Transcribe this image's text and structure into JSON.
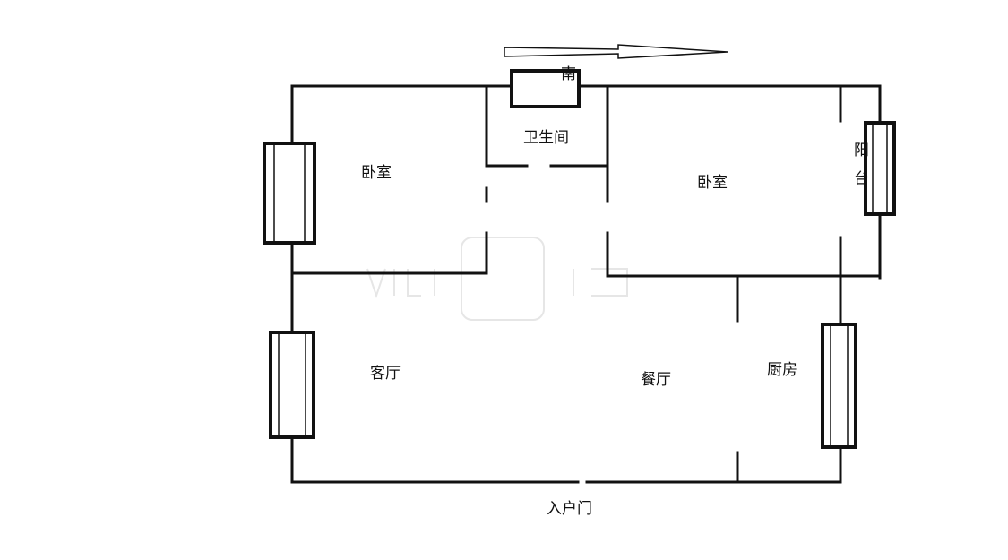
{
  "compass": {
    "label": "南"
  },
  "rooms": {
    "bedroom_left": "卧室",
    "bathroom": "卫生间",
    "bedroom_right": "卧室",
    "balcony": "阳台",
    "living_room": "客厅",
    "dining_room": "餐厅",
    "kitchen": "厨房"
  },
  "entrance": {
    "label": "入户门"
  },
  "colors": {
    "wall": "#111111",
    "background": "#ffffff",
    "watermark": "#e6e6e6"
  }
}
